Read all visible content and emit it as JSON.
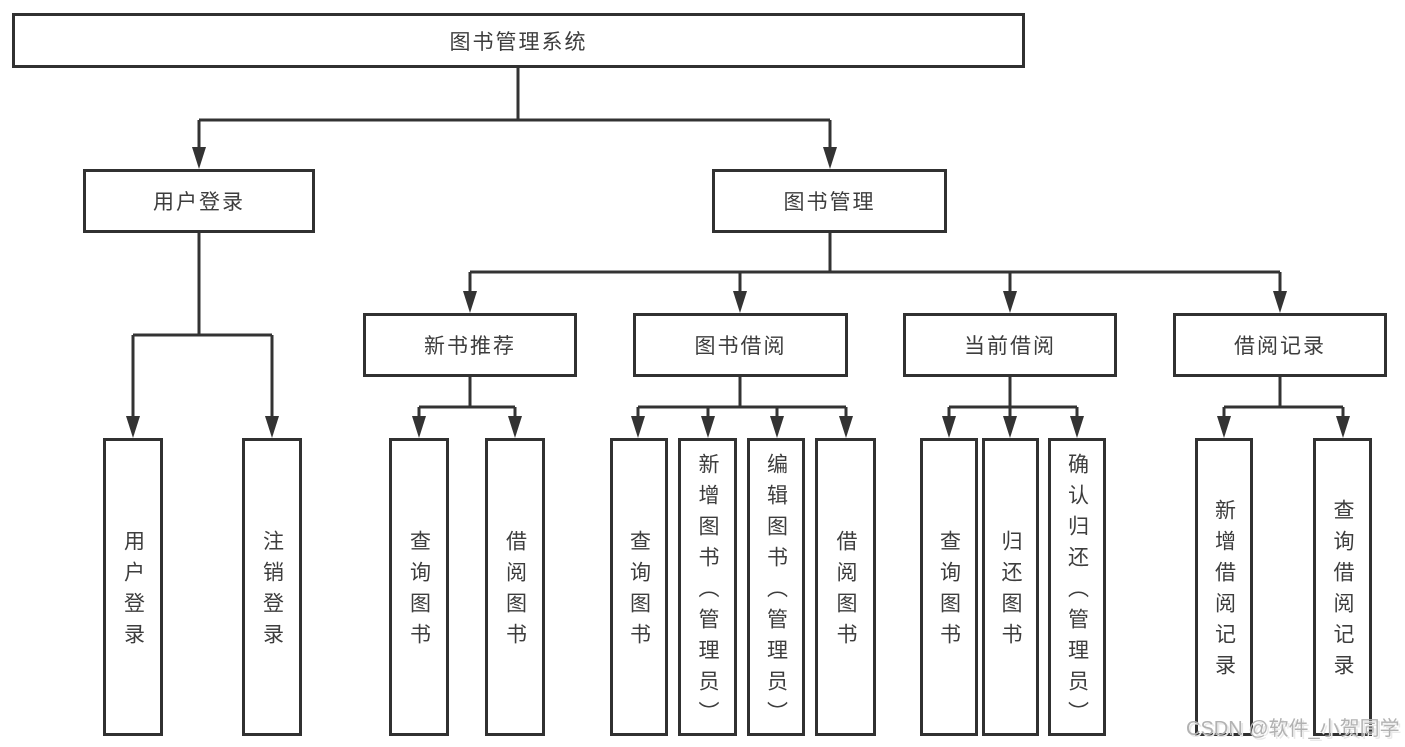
{
  "diagram": {
    "watermark": "CSDN @软件_小贺同学",
    "colors": {
      "line": "#333333",
      "border": "#313131",
      "text": "#3d3d3d",
      "watermark": "#b2b2b2",
      "background": "#ffffff"
    },
    "nodes": {
      "root": "图书管理系统",
      "user_login": "用户登录",
      "book_mgmt": "图书管理",
      "login_children": {
        "login": "用户登录",
        "logout": "注销登录"
      },
      "mgmt_children": {
        "new_books": "新书推荐",
        "book_borrow": "图书借阅",
        "current_borrow": "当前借阅",
        "borrow_records": "借阅记录"
      },
      "new_books_children": {
        "query": "查询图书",
        "borrow": "借阅图书"
      },
      "book_borrow_children": {
        "query": "查询图书",
        "add": "新增图书（管理员）",
        "edit": "编辑图书（管理员）",
        "borrow": "借阅图书"
      },
      "current_borrow_children": {
        "query": "查询图书",
        "return": "归还图书",
        "confirm": "确认归还（管理员）"
      },
      "borrow_records_children": {
        "add": "新增借阅记录",
        "query": "查询借阅记录"
      }
    }
  }
}
